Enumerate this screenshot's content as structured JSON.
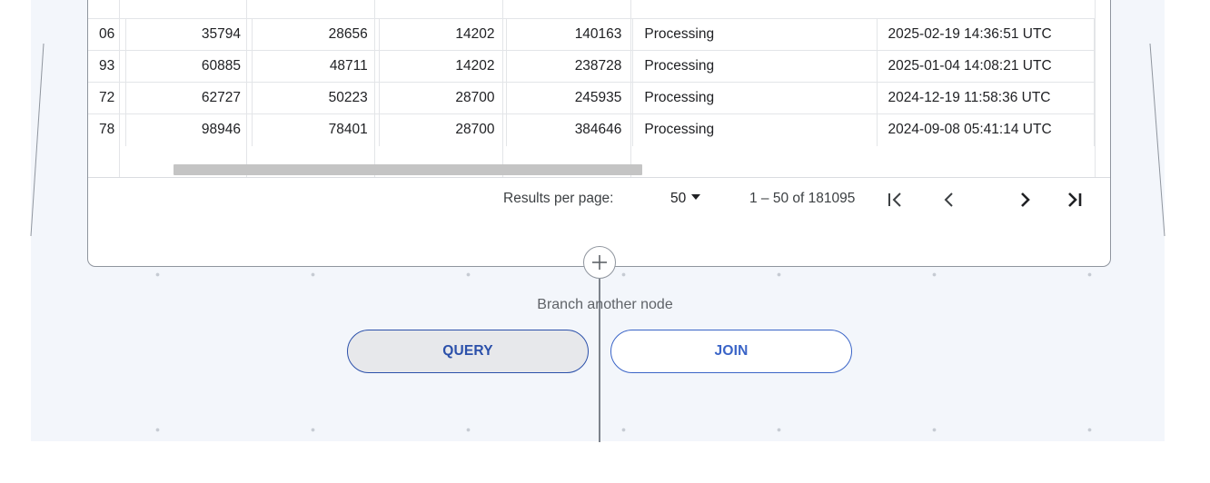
{
  "table": {
    "rows": [
      {
        "c0": "06",
        "c1": "35794",
        "c2": "28656",
        "c3": "14202",
        "c4": "140163",
        "status": "Processing",
        "timestamp": "2025-02-19 14:36:51 UTC"
      },
      {
        "c0": "93",
        "c1": "60885",
        "c2": "48711",
        "c3": "14202",
        "c4": "238728",
        "status": "Processing",
        "timestamp": "2025-01-04 14:08:21 UTC"
      },
      {
        "c0": "72",
        "c1": "62727",
        "c2": "50223",
        "c3": "28700",
        "c4": "245935",
        "status": "Processing",
        "timestamp": "2024-12-19 11:58:36 UTC"
      },
      {
        "c0": "78",
        "c1": "98946",
        "c2": "78401",
        "c3": "28700",
        "c4": "384646",
        "status": "Processing",
        "timestamp": "2024-09-08 05:41:14 UTC"
      }
    ]
  },
  "paginator": {
    "results_per_page_label": "Results per page:",
    "page_size": "50",
    "range_label": "1 – 50 of 181095"
  },
  "branch": {
    "label": "Branch another node",
    "query_button": "QUERY",
    "join_button": "JOIN"
  },
  "icons": {
    "add": "plus-icon",
    "first_page": "first-page-icon",
    "previous_page": "chevron-left-icon",
    "next_page": "chevron-right-icon",
    "last_page": "last-page-icon",
    "dropdown": "caret-down-icon"
  },
  "colors": {
    "accent": "#2b50aa",
    "canvas": "#f3f6fb",
    "scrollbar_thumb": "#c4c4c4"
  }
}
